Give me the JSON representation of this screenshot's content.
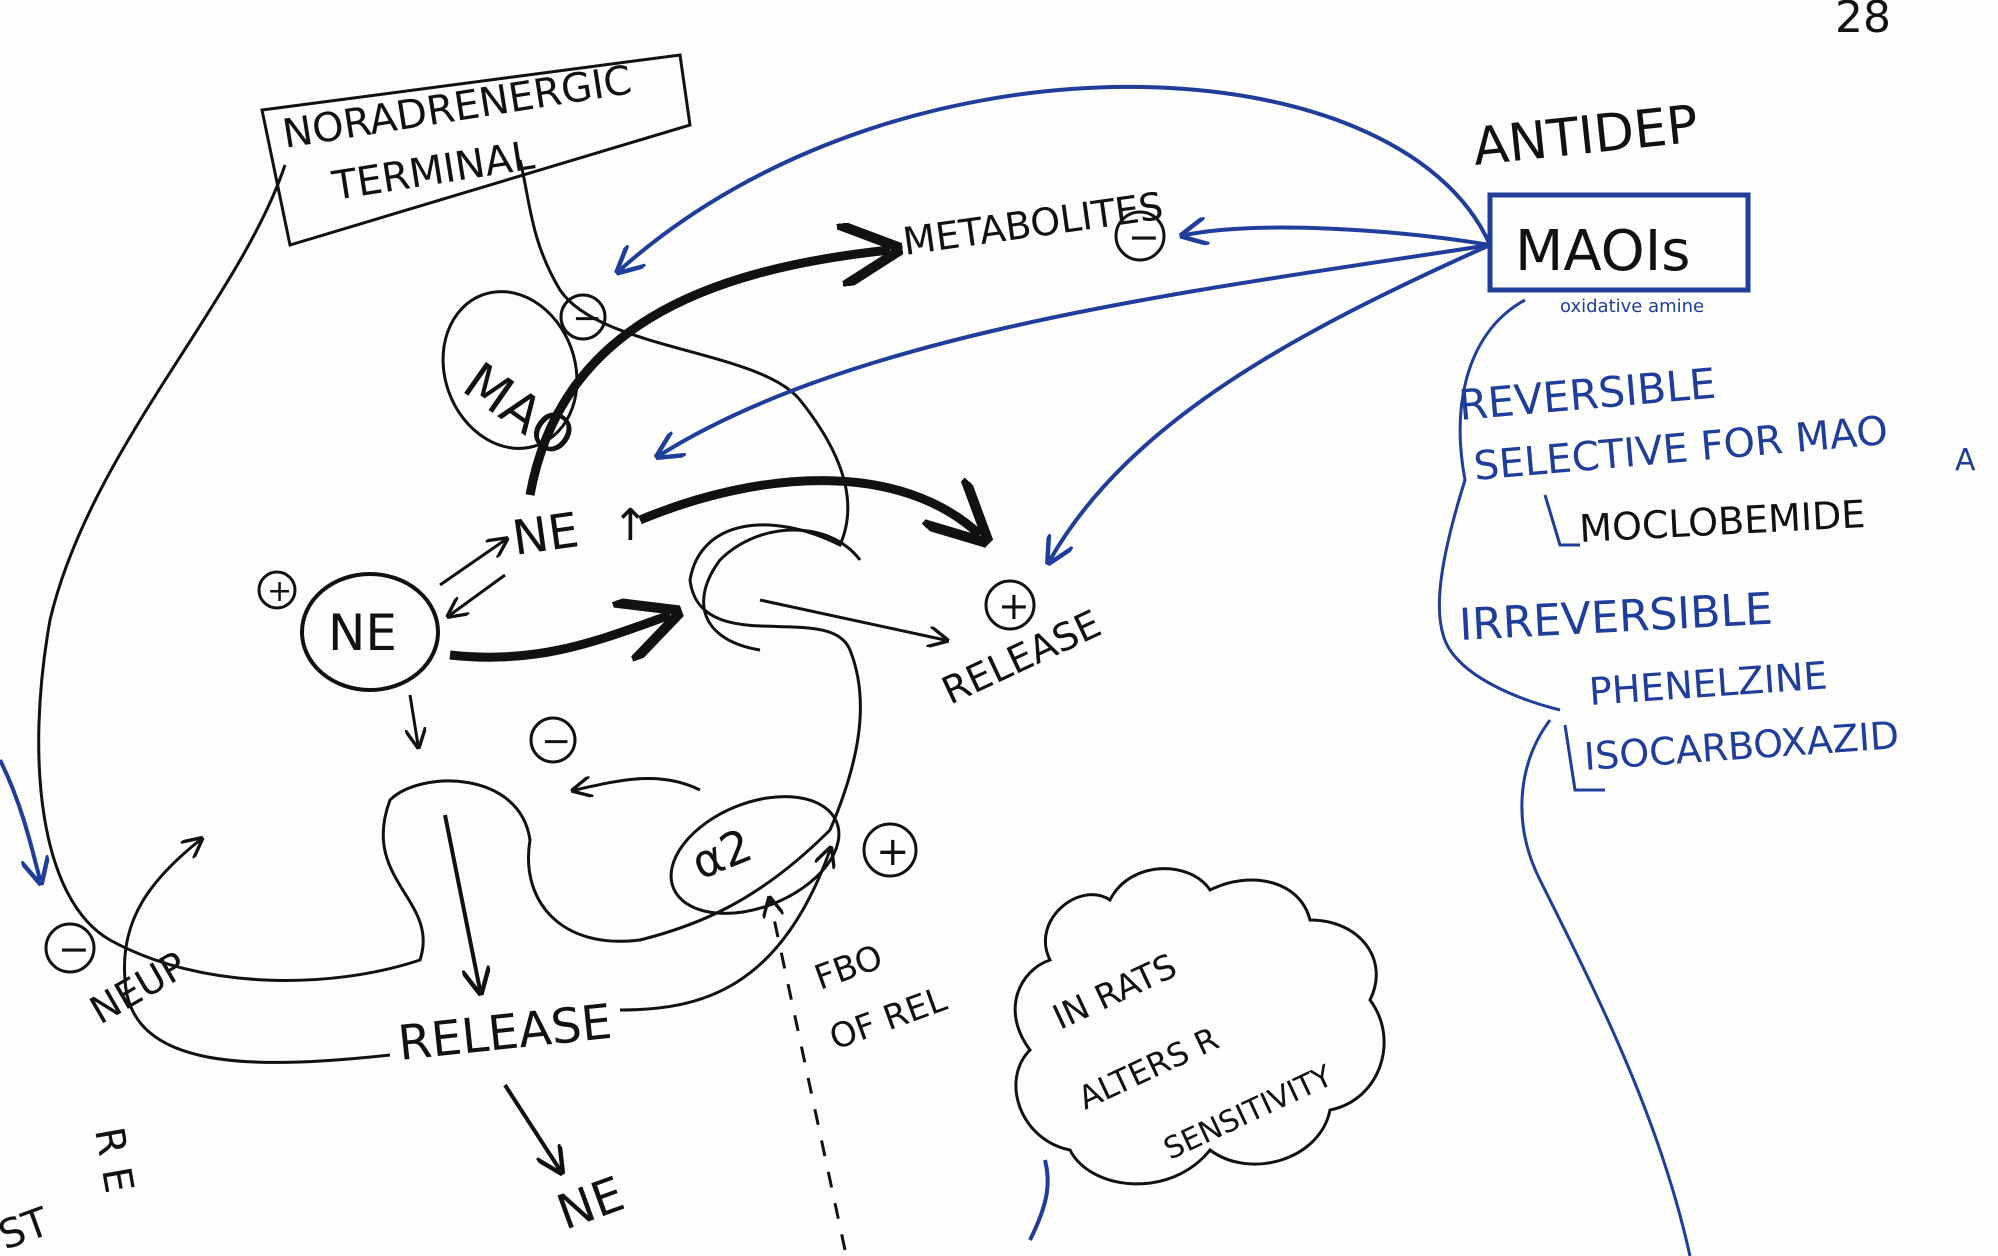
{
  "page_number": "28",
  "colors": {
    "ink": "#111111",
    "blue": "#1f3d9a",
    "paper": "#fdfdfb"
  },
  "terminal_box": {
    "line1": "NORADRENERGIC",
    "line2": "TERMINAL"
  },
  "antidep_heading": "ANTIDEP",
  "maois_box": "MAOIs",
  "maois_subnote": "oxidative amine",
  "reversible_line1": "REVERSIBLE",
  "reversible_line2": "SELECTIVE FOR MAO",
  "reversible_sub": "A",
  "reversible_drug": "MOCLOBEMIDE",
  "irreversible": "IRREVERSIBLE",
  "irrev_drug1": "PHENELZINE",
  "irrev_drug2": "ISOCARBOXAZID",
  "mao_enzyme": "MAO",
  "metabolites": "METABOLITES",
  "ne_vesicle": "NE",
  "ne_free": "NE",
  "release_local": "RELEASE",
  "alpha2": "α2",
  "release_main": "RELEASE",
  "ne_synapse": "NE",
  "neup": "NEUP",
  "re_label": "R E",
  "fbo_line1": "FBO",
  "fbo_line2": "OF REL",
  "cloud_line1": "IN RATS",
  "cloud_line2": "ALTERS R",
  "cloud_line3": "SENSITIVITY",
  "post_fragment": "ST",
  "signs": {
    "mao_minus": "−",
    "metab_minus": "−",
    "vesicle_plus": "+",
    "release_plus": "+",
    "alpha2_minus": "−",
    "alpha2_plus": "+",
    "neup_minus": "−"
  }
}
